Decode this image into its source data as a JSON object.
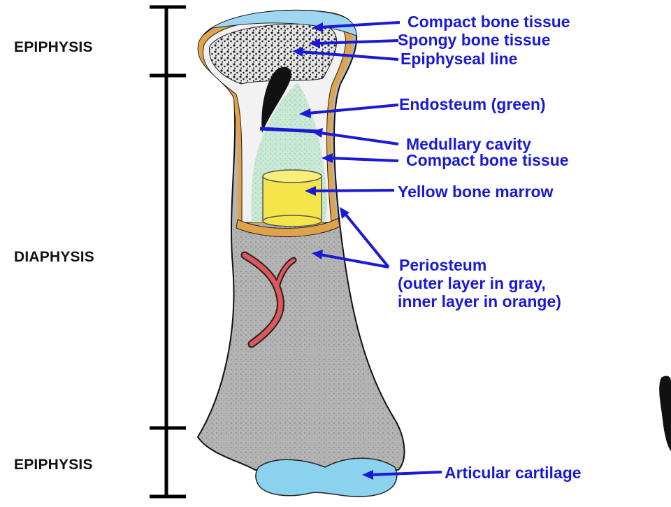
{
  "regions": {
    "top": "EPIPHYSIS",
    "middle": "DIAPHYSIS",
    "bottom": "EPIPHYSIS"
  },
  "labels": {
    "compact_top": "Compact bone tissue",
    "spongy": "Spongy bone tissue",
    "epiphyseal_line": "Epiphyseal line",
    "endosteum": "Endosteum (green)",
    "medullary": "Medullary cavity",
    "compact_mid": "Compact bone tissue",
    "yellow_marrow": "Yellow bone marrow",
    "periosteum_1": "Periosteum",
    "periosteum_2": "(outer layer in gray,",
    "periosteum_3": "inner layer in orange)",
    "articular": "Articular cartilage"
  },
  "colors": {
    "label": "#1a1ad6",
    "bone_gray": "#b4b4b4",
    "periosteum_inner": "#e0a24a",
    "endosteum": "#c8ead4",
    "marrow": "#f4e64a",
    "cartilage": "#8ad2ee",
    "vessel": "#e0565a"
  }
}
